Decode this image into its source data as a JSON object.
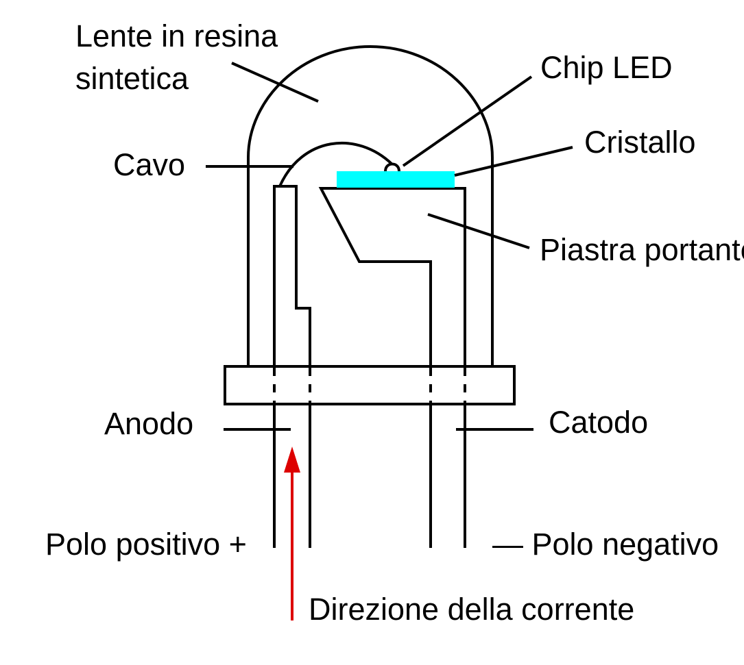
{
  "labels": {
    "lens_line1": "Lente in resina",
    "lens_line2": "sintetica",
    "chip": "Chip LED",
    "crystal": "Cristallo",
    "wire": "Cavo",
    "plate": "Piastra portante",
    "anode": "Anodo",
    "cathode": "Catodo",
    "positive_pole": "Polo positivo +",
    "negative_pole": "— Polo negativo",
    "current_direction": "Direzione della corrente"
  },
  "colors": {
    "crystal": "#00ffff",
    "current_arrow": "#dd0000",
    "lines": "#000000"
  }
}
